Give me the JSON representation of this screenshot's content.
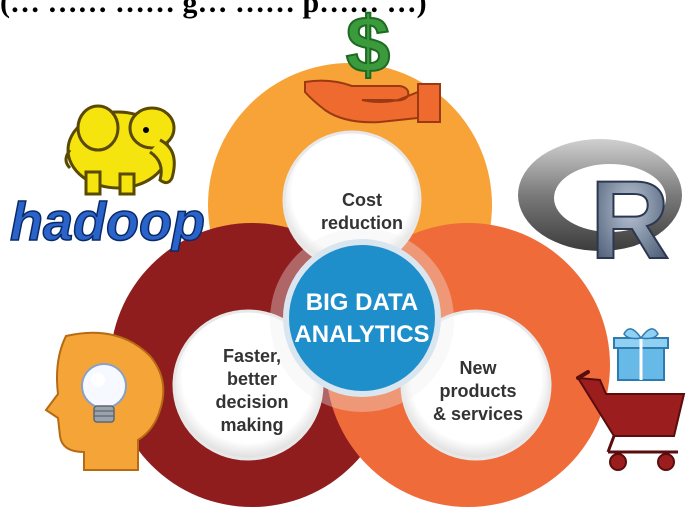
{
  "header_text": "(… …… …… g… …… p…… …)",
  "center_label": {
    "line1": "BIG DATA",
    "line2": "ANALYTICS"
  },
  "segments": {
    "cost": {
      "line1": "Cost",
      "line2": "reduction"
    },
    "decision": {
      "line1": "Faster,",
      "line2": "better",
      "line3": "decision",
      "line4": "making"
    },
    "products": {
      "line1": "New",
      "line2": "products",
      "line3": "& services"
    }
  },
  "logos": {
    "hadoop": "hadoop",
    "r": "R"
  },
  "icons": [
    "dollar-hand-icon",
    "hadoop-elephant-icon",
    "r-logo-icon",
    "head-lightbulb-icon",
    "shopping-cart-gift-icon"
  ],
  "colors": {
    "orange": "#f7a337",
    "dark_red": "#8f1d1e",
    "red_orange": "#ef6b3a",
    "center_blue": "#1f8fcc",
    "hadoop_blue": "#2a63c9",
    "hadoop_yellow": "#f5e40e",
    "dollar_green": "#3a9a3c"
  }
}
